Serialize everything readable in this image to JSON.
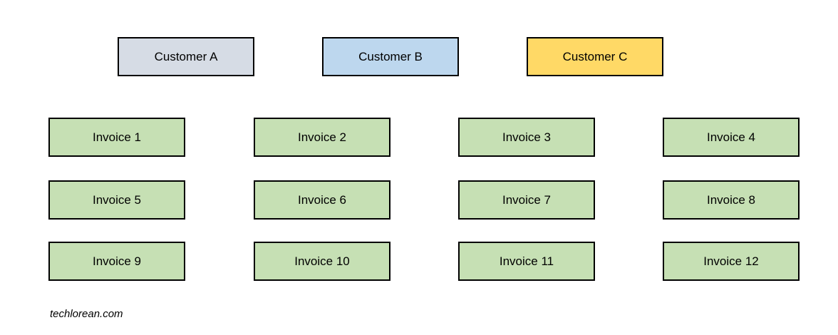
{
  "page": {
    "background": "#ffffff",
    "border_color": "#000000",
    "text_color": "#000000"
  },
  "customers": [
    {
      "label": "Customer A",
      "fill": "#d6dce5"
    },
    {
      "label": "Customer B",
      "fill": "#bdd7ee"
    },
    {
      "label": "Customer C",
      "fill": "#ffd966"
    }
  ],
  "invoice_box": {
    "fill": "#c6e0b4"
  },
  "invoices": [
    {
      "label": "Invoice 1"
    },
    {
      "label": "Invoice 2"
    },
    {
      "label": "Invoice 3"
    },
    {
      "label": "Invoice 4"
    },
    {
      "label": "Invoice 5"
    },
    {
      "label": "Invoice 6"
    },
    {
      "label": "Invoice 7"
    },
    {
      "label": "Invoice 8"
    },
    {
      "label": "Invoice 9"
    },
    {
      "label": "Invoice 10"
    },
    {
      "label": "Invoice 11"
    },
    {
      "label": "Invoice 12"
    }
  ],
  "watermark": {
    "text": "techlorean.com"
  }
}
